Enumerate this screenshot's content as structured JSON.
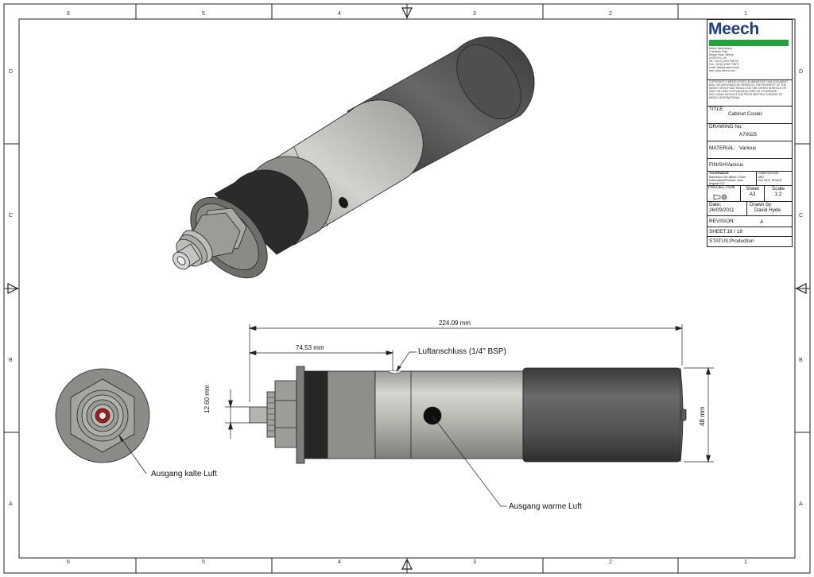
{
  "zones": {
    "cols": [
      "6",
      "5",
      "4",
      "3",
      "2",
      "1"
    ],
    "rows": [
      "D",
      "C",
      "B",
      "A"
    ]
  },
  "title_block": {
    "brand": "Meech",
    "address": [
      "Meech International",
      "2 Network Point",
      "Range Road, Witney",
      "OX29 0YN, UK",
      "Tel: +44 (0) 1993 706700",
      "Fax: +44 (0) 1993 776977",
      "email: sales@meech.com",
      "web: www.meech.com"
    ],
    "copyright": "COPYRIGHT © MEECH STATIC ELIMINATORS THIS DOCUMENT AND THE INFORMATION THEREIN IS THE PROPERTY OF THE MEECH GROUP AND SHOULD NOT BE COPIED IN WHOLE OR PART OR USED FOR MANUFACTURE OR OTHERWISE DISCLOSED WITHOUT THE PRIOR WRITTEN CONSENT OF MEECH INTERNATIONAL",
    "title_label": "TITLE:",
    "title_value": "Cabinet Cooler",
    "drawing_label": "DRAWING No:",
    "drawing_value": "A70025",
    "material_label": "MATERIAL:",
    "material_value": "Various",
    "finish_label": "FINISH:",
    "finish_value": "Various",
    "tolerance_label": "TOLERANCE",
    "tolerance_lines": [
      "Machined: mm Metric 0.2mm",
      "Fabrications/Formed: 1mm",
      "Angular 0.5°"
    ],
    "dimensions_lines": [
      "DIMENSIONS",
      "MM",
      "DO NOT SCALE"
    ],
    "projection_label": "PROJECTION",
    "sheet_label": "Sheet",
    "sheet_value": "A3",
    "scale_label": "Scale",
    "scale_value": "1:2",
    "date_label": "Date:",
    "date_value": "26/09/2011",
    "drawn_label": "Drawn by:",
    "drawn_value": "David Hyde",
    "revision_label": "REVISION:",
    "revision_value": "A",
    "sheet_count": "SHEET:18 / 18",
    "status": "STATUS:Production"
  },
  "dimensions": {
    "overall_length": "224.09 mm",
    "inlet_position": "74,53 mm",
    "cold_outlet_diameter": "12.60 mm",
    "body_diameter": "48 mm"
  },
  "callouts": {
    "air_inlet": "Luftanschluss (1/4\" BSP)",
    "cold_outlet": "Ausgang kalte Luft",
    "warm_outlet": "Ausgang warme Luft"
  },
  "colors": {
    "brand_blue": "#1d3d8c",
    "brand_green": "#22a23c",
    "body_grey": "#b9b9b4",
    "sleeve_dark": "#4a4a4a",
    "nozzle_red": "#b01818"
  }
}
